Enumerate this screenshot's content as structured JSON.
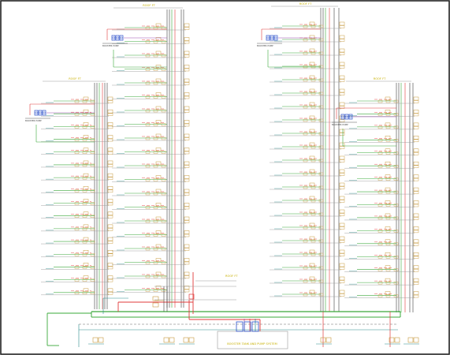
{
  "drawing": {
    "kind": "plumbing riser schematic",
    "caption": "BOOSTER TANK AND PUMP SYSTEM",
    "roof_label": "ROOF FT",
    "level_label": "LEVEL",
    "equipment_tag": "BOOSTER PUMP",
    "colors": {
      "frame": "#222222",
      "riser": "#3d3d3d",
      "cold_pipe": "#3aa83a",
      "hot_pipe": "#e03a3a",
      "return_pipe": "#9a4fb0",
      "fixture": "#c79a3e",
      "pump": "#2a4fc9",
      "drain": "#2a8a8a",
      "slab": "#9a9a9a",
      "caption_text": "#c8b000"
    }
  }
}
